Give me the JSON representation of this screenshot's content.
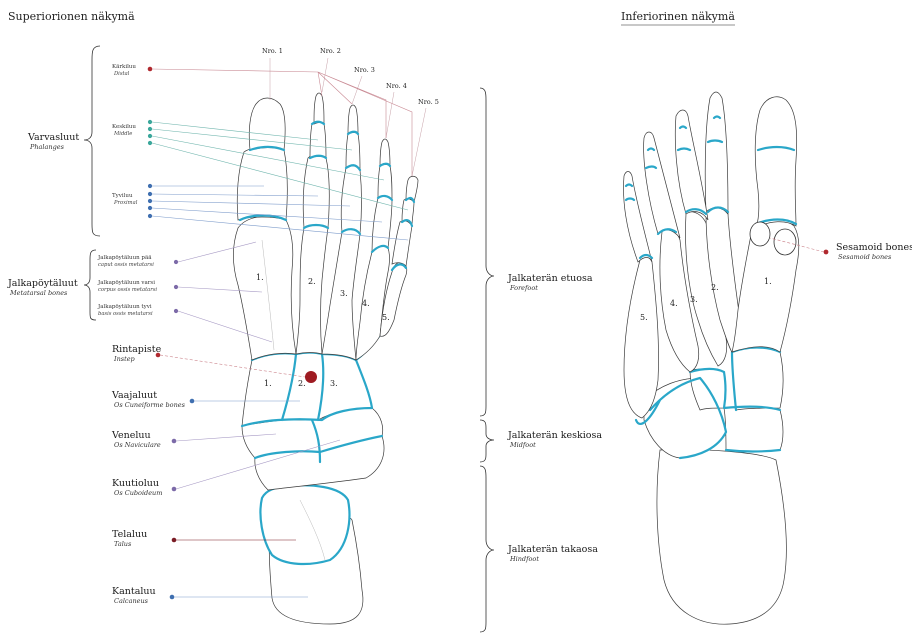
{
  "titles": {
    "superior": "Superiorionen näkymä",
    "inferior": "Inferiorinen näkymä"
  },
  "toe_numbers": [
    "Nro. 1",
    "Nro. 2",
    "Nro. 3",
    "Nro. 4",
    "Nro. 5"
  ],
  "phalanges": {
    "group_label": "Varvasluut",
    "group_latin": "Phalanges",
    "distal": {
      "label": "Kärkiluu",
      "latin": "Distal"
    },
    "middle": {
      "label": "Keskiluu",
      "latin": "Middle"
    },
    "proximal": {
      "label": "Tyviluu",
      "latin": "Proximal"
    }
  },
  "metatarsals": {
    "group_label": "Jalkapöytäluut",
    "group_latin": "Metatarsal bones",
    "head": {
      "line1": "Jalkapöytäluun pää",
      "line2": "caput ossis metatarsi"
    },
    "shaft": {
      "line1": "Jalkapöytäluun varsi",
      "line2": "corpus ossis metatarsi"
    },
    "base": {
      "line1": "Jalkapöytäluun tyvi",
      "line2": "basis ossis metatarsi"
    }
  },
  "labels_left": {
    "instep": {
      "label": "Rintapiste",
      "latin": "Instep"
    },
    "cuneiform": {
      "label": "Vaajaluut",
      "latin": "Os Cuneiforme bones"
    },
    "navicular": {
      "label": "Veneluu",
      "latin": "Os Naviculare"
    },
    "cuboid": {
      "label": "Kuutioluu",
      "latin": "Os Cuboideum"
    },
    "talus": {
      "label": "Telaluu",
      "latin": "Talus"
    },
    "calcaneus": {
      "label": "Kantaluu",
      "latin": "Calcaneus"
    }
  },
  "regions": {
    "forefoot": {
      "label": "Jalkaterän etuosa",
      "latin": "Forefoot"
    },
    "midfoot": {
      "label": "Jalkaterän keskiosa",
      "latin": "Midfoot"
    },
    "hindfoot": {
      "label": "Jalkaterän takaosa",
      "latin": "Hindfoot"
    }
  },
  "sesamoid": {
    "label": "Sesamoid bones",
    "latin": "Sesamoid bones"
  },
  "bone_numbers": {
    "metatarsal": [
      "1.",
      "2.",
      "3.",
      "4.",
      "5."
    ],
    "cuneiform": [
      "1.",
      "2.",
      "3."
    ]
  },
  "colors": {
    "joint": "#2aa7c9",
    "dot_red": "#b0292f",
    "dot_blue": "#3f6fb0",
    "dot_purple": "#7c6aa8",
    "dot_teal": "#3aa79b",
    "instep_marker": "#9e1b22"
  }
}
